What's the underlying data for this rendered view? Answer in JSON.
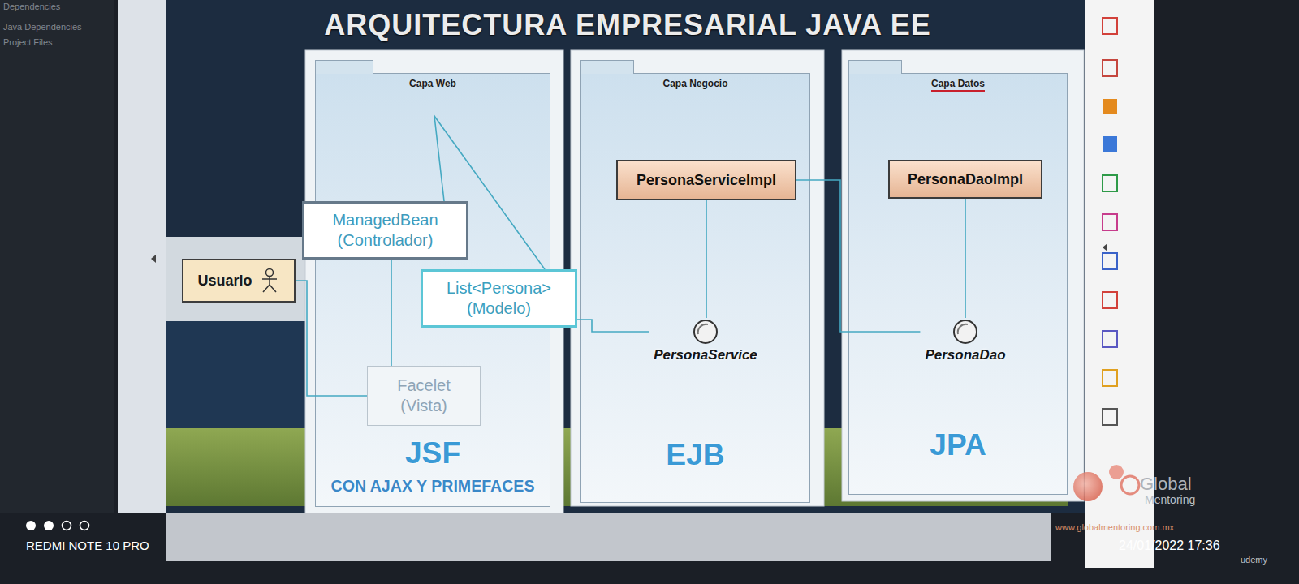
{
  "diagram": {
    "title": "ARQUITECTURA EMPRESARIAL JAVA EE",
    "nodes": [
      {
        "text": [
          "Usuario"
        ]
      },
      {
        "text": [
          "Capa Web",
          "JSF",
          "CON AJAX Y PRIMEFACES"
        ]
      },
      {
        "text": [
          "ManagedBean (Controlador)"
        ],
        "in": 1
      },
      {
        "text": [
          "List<Persona> (Modelo)"
        ],
        "in": 1
      },
      {
        "text": [
          "Facelet (Vista)"
        ],
        "in": 1
      },
      {
        "text": [
          "Capa Negocio",
          "EJB"
        ]
      },
      {
        "text": [
          "PersonaServiceImpl"
        ],
        "in": 5
      },
      {
        "text": [
          "PersonaService"
        ],
        "in": 5
      },
      {
        "text": [
          "Capa Datos",
          "JPA"
        ]
      },
      {
        "text": [
          "PersonaDaoImpl"
        ],
        "in": 8
      },
      {
        "text": [
          "PersonaDao"
        ],
        "in": 8
      }
    ],
    "edges": [
      {
        "from": 0,
        "to": 4,
        "arrow": "none"
      },
      {
        "from": 2,
        "to": 3,
        "arrow": "none"
      },
      {
        "from": 2,
        "to": 4,
        "arrow": "none"
      },
      {
        "from": 3,
        "to": 7,
        "arrow": "none"
      },
      {
        "from": 6,
        "to": 7,
        "arrow": "none"
      },
      {
        "from": 6,
        "to": 10,
        "arrow": "none"
      },
      {
        "from": 9,
        "to": 10,
        "arrow": "none"
      }
    ],
    "labels": [
      "Dependencies",
      "Java Dependencies",
      "Project Files",
      "Global",
      "Mentoring",
      "www.globalmentoring.com.mx",
      "REDMI NOTE 10 PRO",
      "24/01/2022 17:36",
      "udemy"
    ]
  }
}
